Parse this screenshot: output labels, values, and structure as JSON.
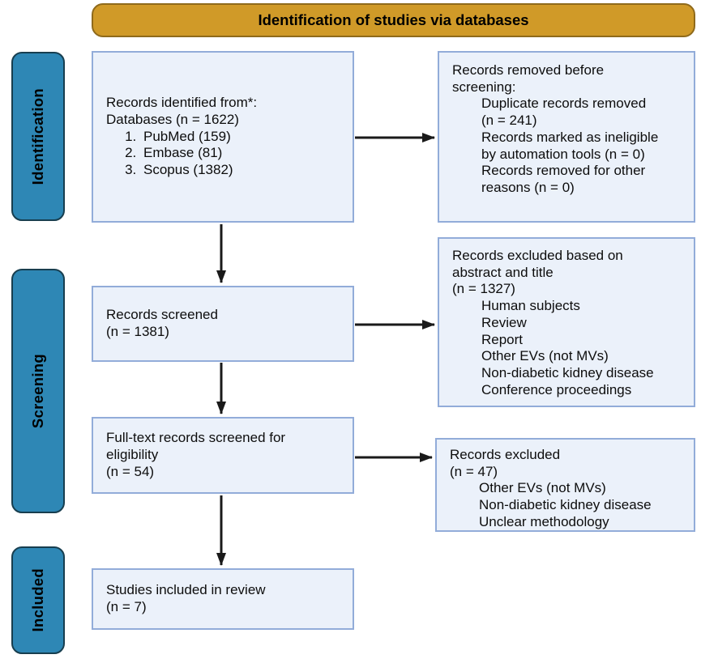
{
  "header": {
    "title": "Identification of studies via databases"
  },
  "sidebar": {
    "identification": "Identification",
    "screening": "Screening",
    "included": "Included"
  },
  "flow": {
    "identified": {
      "lines": [
        "Records identified from*:",
        "Databases (n = 1622)"
      ],
      "databases": [
        "PubMed (159)",
        "Embase (81)",
        "Scopus (1382)"
      ]
    },
    "removed": {
      "title_lines": [
        "Records removed before",
        "screening:"
      ],
      "items": [
        [
          "Duplicate records removed",
          "(n = 241)"
        ],
        [
          "Records marked as ineligible",
          "by automation tools (n = 0)"
        ],
        [
          "Records removed for other",
          "reasons (n = 0)"
        ]
      ]
    },
    "screened": {
      "lines": [
        "Records screened",
        "(n = 1381)"
      ]
    },
    "excluded_abstract": {
      "title_lines": [
        "Records excluded based on",
        "abstract and title",
        "(n = 1327)"
      ],
      "items": [
        "Human subjects",
        "Review",
        "Report",
        "Other EVs (not MVs)",
        "Non-diabetic kidney disease",
        "Conference proceedings"
      ]
    },
    "fulltext": {
      "lines": [
        "Full-text records screened for",
        "eligibility",
        "(n = 54)"
      ]
    },
    "excluded_fulltext": {
      "title_lines": [
        "Records excluded",
        "(n = 47)"
      ],
      "items": [
        "Other EVs (not MVs)",
        "Non-diabetic kidney disease",
        "Unclear methodology"
      ]
    },
    "included_box": {
      "lines": [
        "Studies included in review",
        "(n = 7)"
      ]
    }
  },
  "colors": {
    "banner_fill": "#D09A28",
    "banner_border": "#8F6A1B",
    "stage_fill": "#2E87B5",
    "stage_border": "#173E4F",
    "box_fill": "#EBF1FA",
    "box_border": "#92ACD9",
    "arrow": "#1A1A1A",
    "text": "#0D0D0D"
  }
}
